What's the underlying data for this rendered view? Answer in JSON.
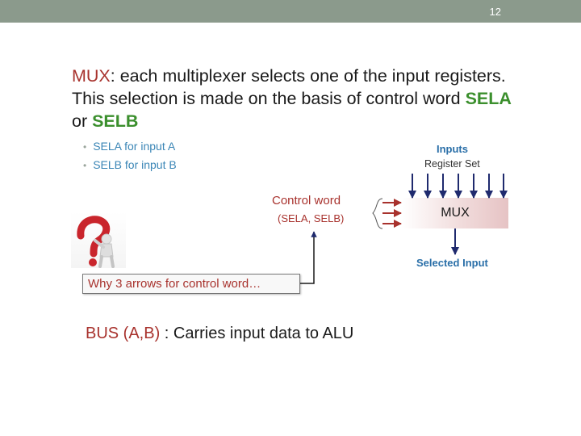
{
  "slide_number": "12",
  "heading": {
    "mux": "MUX",
    "part1": ": each multiplexer selects one of the input registers. This selection is made on the basis of control word ",
    "sela": "SELA",
    "or": " or ",
    "selb": "SELB"
  },
  "bullets": [
    "SELA for input A",
    "SELB for input B"
  ],
  "diagram": {
    "inputs_label": "Inputs",
    "register_set_label": "Register Set",
    "control_word_label": "Control word",
    "control_values_label": "(SELA, SELB)",
    "mux_label": "MUX",
    "selected_input_label": "Selected Input"
  },
  "why_box": "Why 3 arrows for control word…",
  "bus": {
    "label": "BUS (A,B)",
    "text": " : Carries input data to ALU"
  },
  "colors": {
    "accent_red": "#a8322d",
    "accent_green": "#3b8f2d",
    "accent_blue": "#2a6fa8",
    "arrow_navy": "#1f2a6e",
    "topbar": "#8b9a8c"
  },
  "icons": [
    "question-mark-figure-icon"
  ]
}
